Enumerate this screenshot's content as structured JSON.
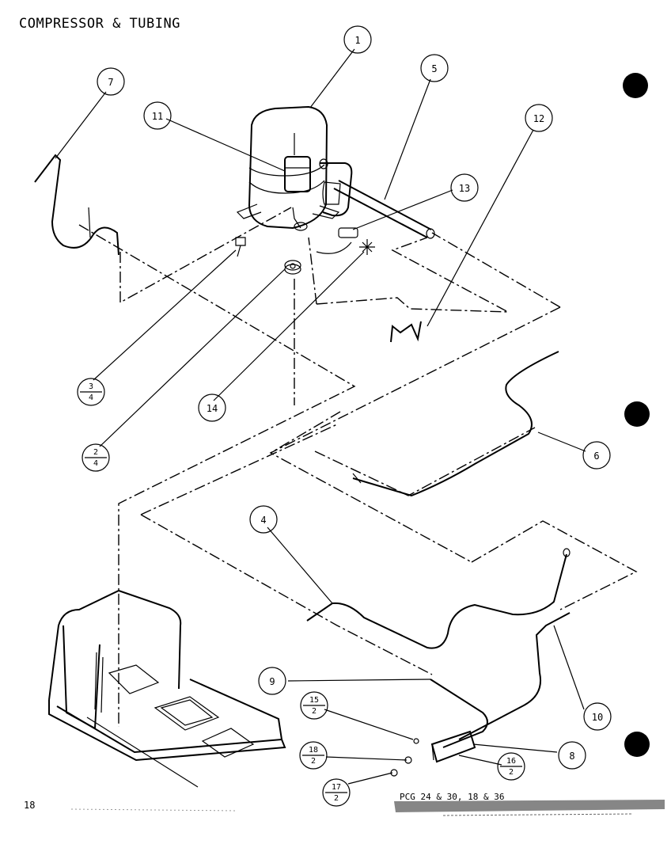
{
  "title": "COMPRESSOR & TUBING",
  "page_number": "18",
  "model_line": "PCG 24 & 30, 18 & 36",
  "callouts": [
    {
      "id": "1",
      "label": "1"
    },
    {
      "id": "5",
      "label": "5"
    },
    {
      "id": "7",
      "label": "7"
    },
    {
      "id": "11",
      "label": "11"
    },
    {
      "id": "12",
      "label": "12"
    },
    {
      "id": "13",
      "label": "13"
    },
    {
      "id": "14",
      "label": "14"
    },
    {
      "id": "6",
      "label": "6"
    },
    {
      "id": "4",
      "label": "4"
    },
    {
      "id": "9",
      "label": "9"
    },
    {
      "id": "10",
      "label": "10"
    },
    {
      "id": "8",
      "label": "8"
    },
    {
      "id": "3-4",
      "num": "3",
      "den": "4"
    },
    {
      "id": "2-4",
      "num": "2",
      "den": "4"
    },
    {
      "id": "15-2",
      "num": "15",
      "den": "2"
    },
    {
      "id": "18-2",
      "num": "18",
      "den": "2"
    },
    {
      "id": "16-2",
      "num": "16",
      "den": "2"
    },
    {
      "id": "17-2",
      "num": "17",
      "den": "2"
    }
  ]
}
